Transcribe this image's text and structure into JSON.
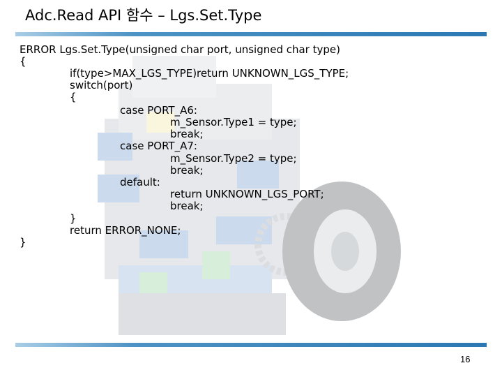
{
  "slide": {
    "title": "Adc.Read API 함수 – Lgs.Set.Type",
    "page_number": "16",
    "code_lines": [
      "ERROR Lgs.Set.Type(unsigned char port, unsigned char type)",
      "{",
      "if(type>MAX_LGS_TYPE)return UNKNOWN_LGS_TYPE;",
      "switch(port)",
      "{",
      "case PORT_A6:",
      "m_Sensor.Type1 = type;",
      "break;",
      "case PORT_A7:",
      "m_Sensor.Type2 = type;",
      "break;",
      "default:",
      "return UNKNOWN_LGS_PORT;",
      "break;",
      "}",
      "return ERROR_NONE;",
      "}"
    ]
  }
}
